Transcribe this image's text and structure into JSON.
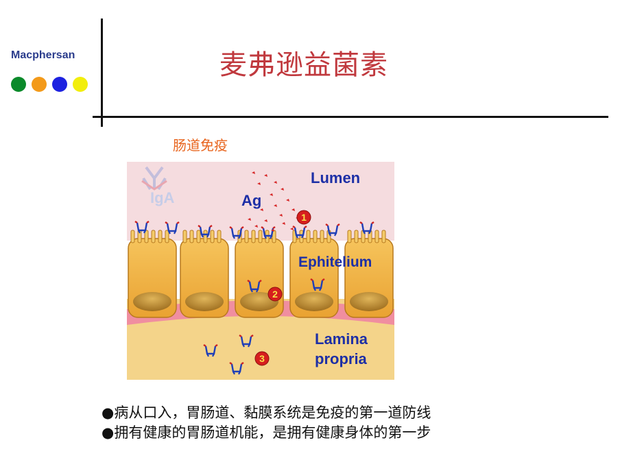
{
  "brand": {
    "name": "Macphersan",
    "dot_colors": [
      "#0b8a2a",
      "#f39a1a",
      "#1d22e0",
      "#f2ee0c"
    ]
  },
  "slide": {
    "title": "麦弗逊益菌素",
    "subtitle": "肠道免疫",
    "bullets": [
      "●病从口入，胃肠道、黏膜系统是免疫的第一道防线",
      "●拥有健康的胃肠道机能，是拥有健康身体的第一步"
    ]
  },
  "figure": {
    "labels": {
      "lumen": "Lumen",
      "ag": "Ag",
      "iga": "IgA",
      "epithelium": "Ephitelium",
      "lamina_line1": "Lamina",
      "lamina_line2": "propria"
    },
    "steps": [
      "1",
      "2",
      "3"
    ]
  }
}
